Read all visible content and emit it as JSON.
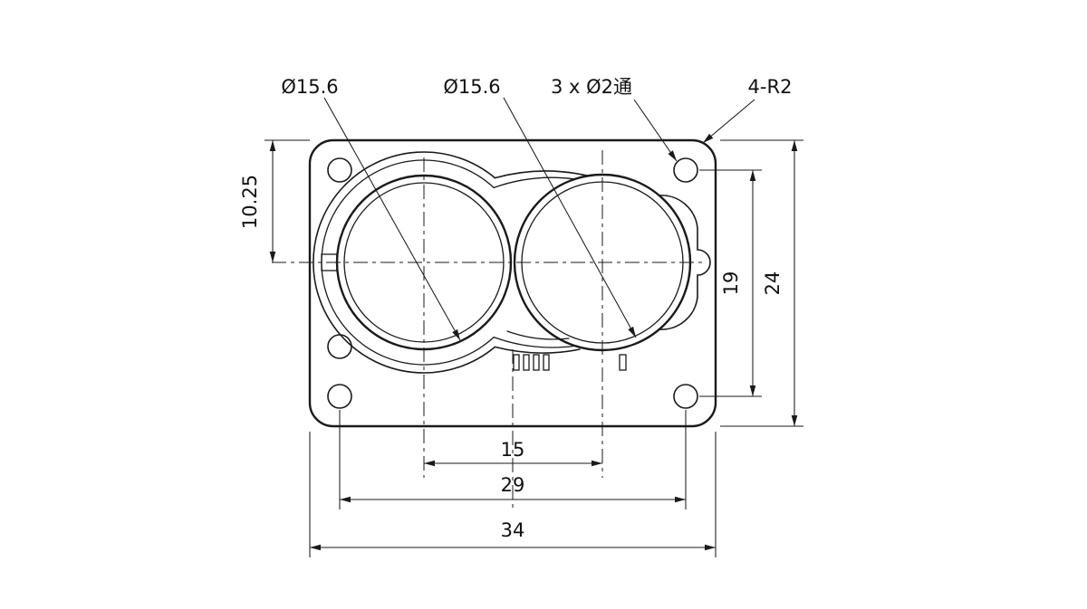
{
  "page": {
    "background": "#ffffff",
    "stroke_color": "#1a1a1a"
  },
  "drawing": {
    "callouts": {
      "lens_left": "Ø15.6",
      "lens_right": "Ø15.6",
      "through_holes": "3 x Ø2通",
      "corner_radius": "4-R2"
    },
    "dimensions": {
      "top_edge_to_lens_center": "10.25",
      "mount_hole_vertical_pitch": "19",
      "plate_height": "24",
      "lens_center_distance": "15",
      "mount_hole_horizontal_pitch": "29",
      "plate_width": "34"
    }
  }
}
